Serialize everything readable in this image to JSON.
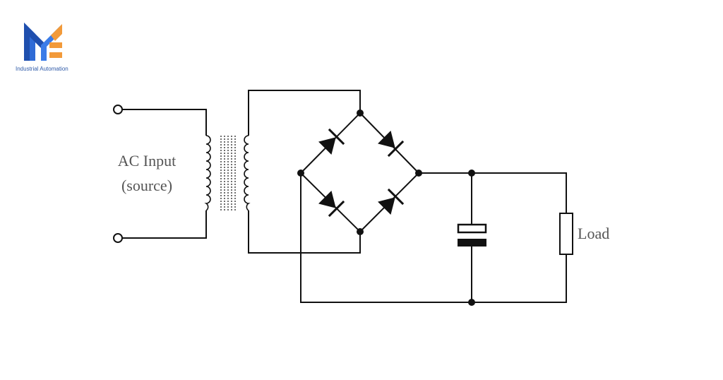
{
  "brand": {
    "tagline": "Industrial Automation",
    "colors": {
      "blue": "#2f6bd6",
      "orange": "#f29a3a"
    }
  },
  "diagram": {
    "input_label_line1": "AC Input",
    "input_label_line2": "(source)",
    "load_label": "Load"
  }
}
